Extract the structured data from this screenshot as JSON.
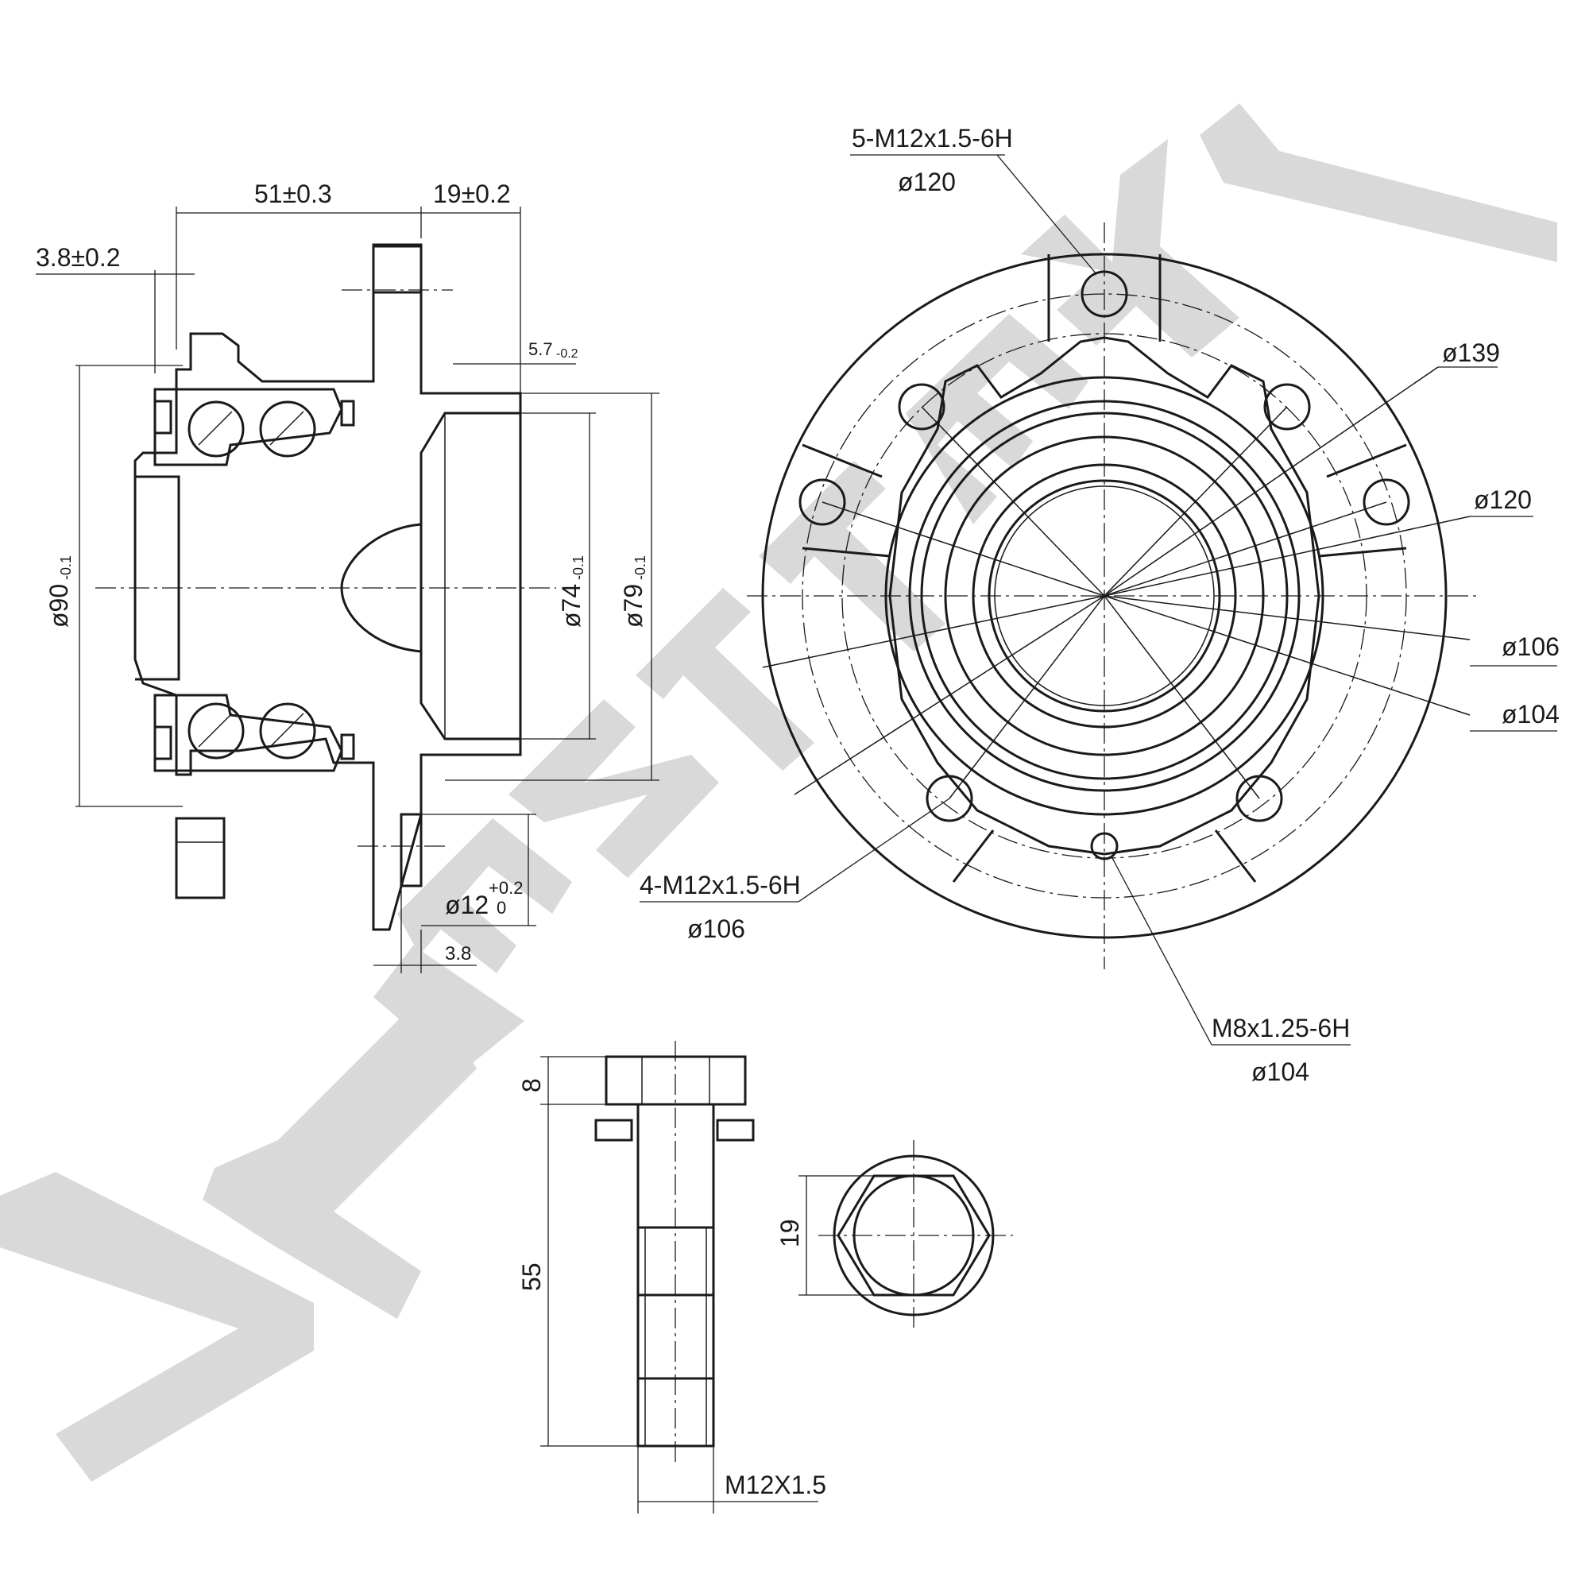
{
  "watermark": {
    "text": "ZENTTEK",
    "color": "#d9d9d9"
  },
  "side_view": {
    "dims": {
      "d1": "51±0.3",
      "d2": "19±0.2",
      "d3": "3.8±0.2",
      "d4": "5.7",
      "d4_tol": "-0.2",
      "d5": "ø90",
      "d5_tol": "-0.1",
      "d6": "ø74",
      "d6_tol": "-0.1",
      "d7": "ø79",
      "d7_tol": "-0.1",
      "d8": "ø12",
      "d8_tol_upper": "+0.2",
      "d8_tol_lower": "0",
      "d9": "3.8"
    }
  },
  "front_view": {
    "labels": {
      "holes5": "5-M12x1.5-6H",
      "holes5_pcd": "ø120",
      "dia139": "ø139",
      "dia120": "ø120",
      "dia106": "ø106",
      "dia104": "ø104",
      "holes4": "4-M12x1.5-6H",
      "holes4_pcd": "ø106",
      "m8": "M8x1.25-6H",
      "m8_pcd": "ø104"
    }
  },
  "bolt": {
    "dims": {
      "head_height": "8",
      "length": "55",
      "thread": "M12X1.5",
      "hex_size": "19"
    }
  }
}
